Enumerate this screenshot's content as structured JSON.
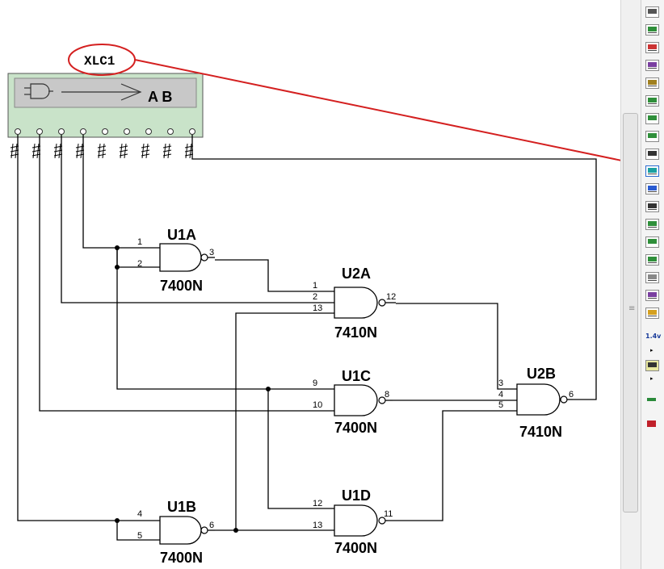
{
  "instrument": {
    "name": "XLC1",
    "display": "A B"
  },
  "gates": [
    {
      "id": "U1A",
      "part": "7400N",
      "inputs": [
        "1",
        "2"
      ],
      "output": "3"
    },
    {
      "id": "U2A",
      "part": "7410N",
      "inputs": [
        "1",
        "2",
        "13"
      ],
      "output": "12"
    },
    {
      "id": "U1C",
      "part": "7400N",
      "inputs": [
        "9",
        "10"
      ],
      "output": "8"
    },
    {
      "id": "U2B",
      "part": "7410N",
      "inputs": [
        "3",
        "4",
        "5"
      ],
      "output": "6"
    },
    {
      "id": "U1B",
      "part": "7400N",
      "inputs": [
        "4",
        "5"
      ],
      "output": "6"
    },
    {
      "id": "U1D",
      "part": "7400N",
      "inputs": [
        "12",
        "13"
      ],
      "output": "11"
    }
  ],
  "toolbar": {
    "voltage_label": "1.4v"
  },
  "colors": {
    "wire": "#000000",
    "callout": "#d42020",
    "instrument_bg": "#c9e3c9",
    "screen_bg": "#c8c8c8"
  }
}
